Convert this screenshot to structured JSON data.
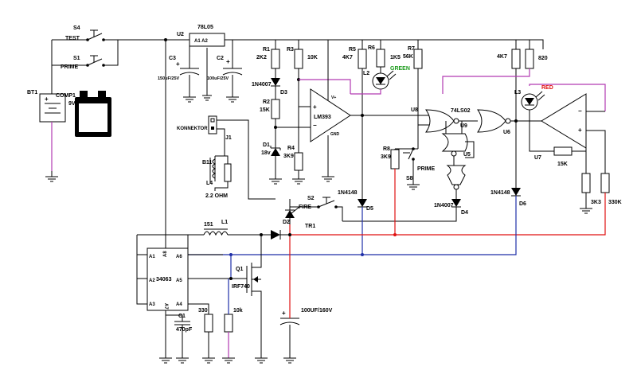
{
  "labels": {
    "s4": "S4",
    "test": "TEST",
    "s1": "S1",
    "prime": "PRIME",
    "bt1": "BT1",
    "comp1": "COMP1",
    "v9": "9V",
    "u2": "U2",
    "reg": "78L05",
    "reg_pins": "A1  A2",
    "c3": "C3",
    "c3v": "150uF/25V",
    "c2": "C2",
    "c2v": "100uF/25V",
    "r1": "R1",
    "r1v": "2K2",
    "r3": "R3",
    "r3v": "10K",
    "r5": "R5",
    "r5v": "4K7",
    "r6": "R6",
    "r6v": "1K5",
    "r7": "R7",
    "r7v": "56K",
    "r_4k7b": "4K7",
    "r_820": "820",
    "l2": "L2",
    "green": "GREEN",
    "l3": "L3",
    "red": "RED",
    "d3_type": "1N4007",
    "d3": "D3",
    "r2": "R2",
    "r2v": "15K",
    "d1": "D1",
    "d1v": "18v",
    "r4": "R4",
    "r4v": "3K9",
    "lm393": "LM393",
    "vplus": "V+",
    "gnd": "GND",
    "plus": "+",
    "minus": "−",
    "konnektor": "KONNEKTOR",
    "j1": "J1",
    "b11": "B11",
    "l4": "L4",
    "ohm": "2.2 OHM",
    "u8": "U8",
    "ls02": "74LS02",
    "u9": "U9",
    "u5": "U5",
    "u6": "U6",
    "r8": "R8",
    "r8v": "3K9",
    "s8": "S8",
    "prime2": "PRIME",
    "d5_type": "1N4148",
    "d5": "D5",
    "d4_type": "1N4007",
    "d4": "D4",
    "d6_type": "1N4148",
    "d6": "D6",
    "u7": "U7",
    "r15k": "15K",
    "r3k3": "3K3",
    "r330k": "330K",
    "s2": "S2",
    "fire": "FIRE",
    "d2": "D2",
    "tr1": "TR1",
    "l1v": "151",
    "l1": "L1",
    "ic": "34063",
    "a1": "A1",
    "a8": "A8",
    "a6": "A6",
    "a2": "A2",
    "a5": "A5",
    "a3": "A3",
    "a7": "A7",
    "a4": "A4",
    "q1": "Q1",
    "irf": "IRF740",
    "c1": "C1",
    "c1v": "470pF",
    "r330": "330",
    "r10k": "10k",
    "cbig": "100UF/160V"
  },
  "colors": {
    "wire": "#000000",
    "magenta": "#b23ab2",
    "red": "#e01010",
    "blue": "#1f2fa8",
    "led_green": "#1a9a1a",
    "led_red": "#e01010"
  }
}
